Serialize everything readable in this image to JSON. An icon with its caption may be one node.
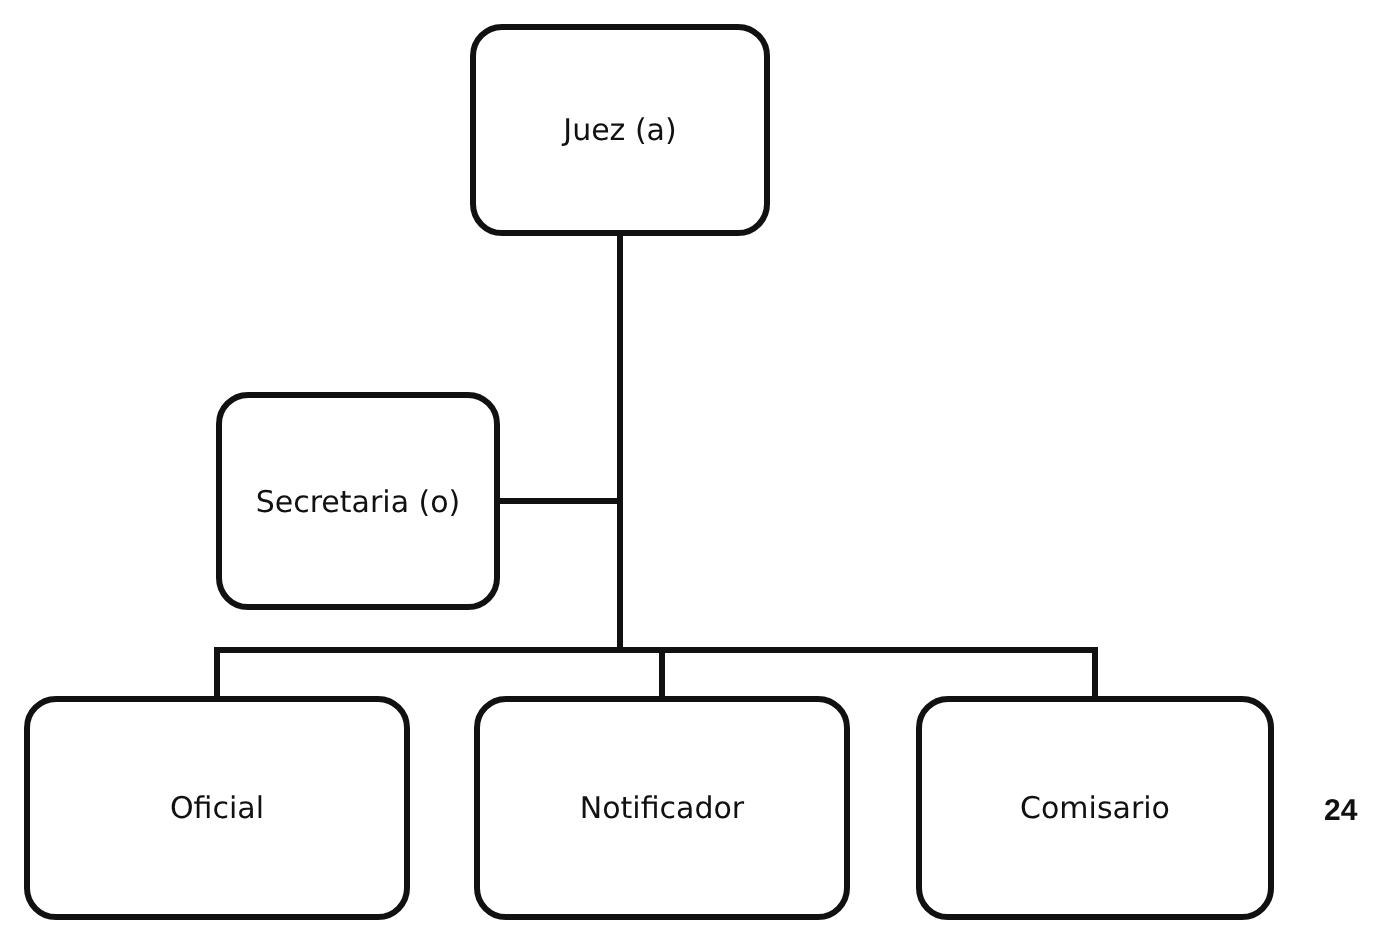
{
  "diagram": {
    "nodes": [
      {
        "text": [
          "Juez (a)"
        ]
      },
      {
        "text": [
          "Secretaria (o)"
        ]
      },
      {
        "text": [
          "Oficial"
        ]
      },
      {
        "text": [
          "Notificador"
        ]
      },
      {
        "text": [
          "Comisario"
        ]
      }
    ],
    "edges": [
      {
        "from": 0,
        "to": 1,
        "arrow": "none"
      },
      {
        "from": 0,
        "to": 2,
        "arrow": "none"
      },
      {
        "from": 0,
        "to": 3,
        "arrow": "none"
      },
      {
        "from": 0,
        "to": 4,
        "arrow": "none"
      }
    ],
    "labels": [
      "24"
    ]
  }
}
